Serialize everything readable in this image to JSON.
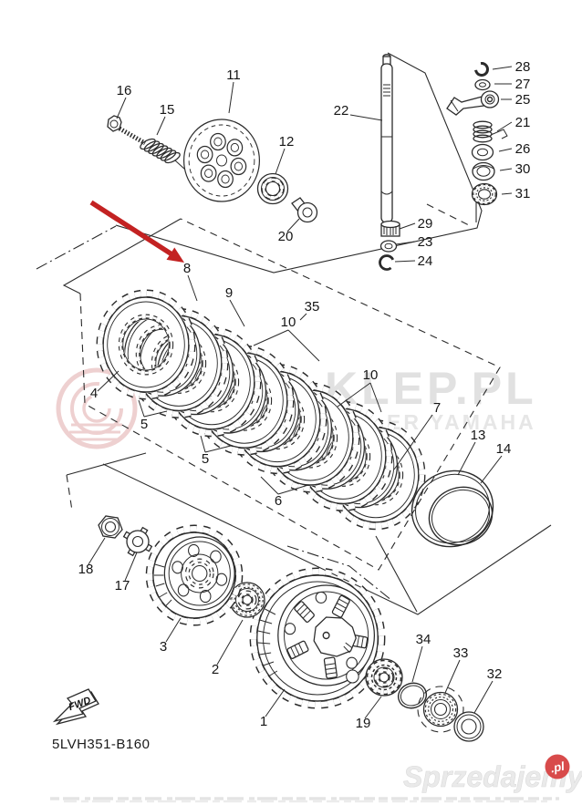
{
  "diagram": {
    "part_code": "5LVH351-B160",
    "fwd_label": "FWD",
    "callouts": {
      "c1": "1",
      "c2": "2",
      "c3": "3",
      "c4": "4",
      "c5a": "5",
      "c5b": "5",
      "c6": "6",
      "c7": "7",
      "c8": "8",
      "c9": "9",
      "c10a": "10",
      "c10b": "10",
      "c11": "11",
      "c12": "12",
      "c13": "13",
      "c14": "14",
      "c15": "15",
      "c16": "16",
      "c17": "17",
      "c18": "18",
      "c19": "19",
      "c20": "20",
      "c21": "21",
      "c22": "22",
      "c23": "23",
      "c24": "24",
      "c25": "25",
      "c26": "26",
      "c27": "27",
      "c28": "28",
      "c29": "29",
      "c30": "30",
      "c31": "31",
      "c32": "32",
      "c33": "33",
      "c34": "34",
      "c35": "35"
    }
  },
  "watermark": {
    "line1": "KLEP.PL",
    "line2": "ER YAMAHA",
    "text_color": "#e2e2e2",
    "logo_color": "#dfa3a3"
  },
  "footer": {
    "logo_text": "Sprzedajemy",
    "logo_tld": ".pl",
    "badge_color": "#d84b4b"
  },
  "colors": {
    "line": "#2b2b2b",
    "highlight_arrow": "#c32222"
  }
}
